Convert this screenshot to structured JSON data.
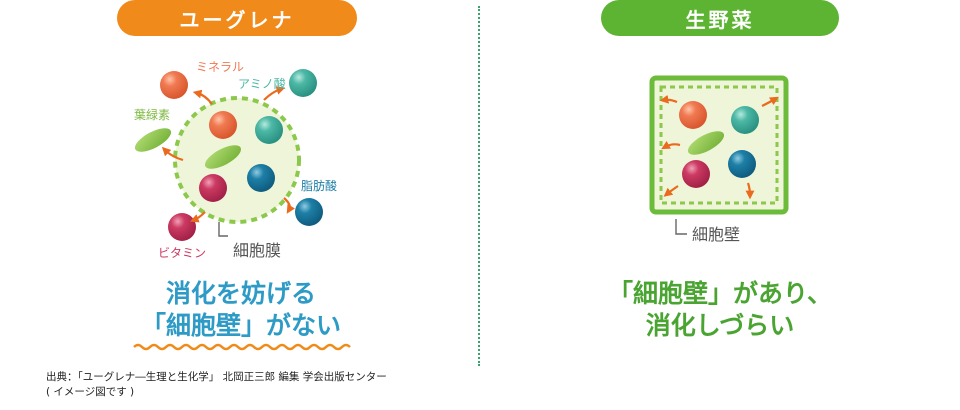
{
  "left": {
    "title": "ユーグレナ",
    "labels": {
      "mineral": "ミネラル",
      "amino_acid": "アミノ酸",
      "chlorophyll": "葉緑素",
      "fatty_acid": "脂肪酸",
      "vitamin": "ビタミン",
      "membrane": "細胞膜"
    },
    "headline_line1": "消化を妨げる",
    "headline_line2": "「細胞壁」がない"
  },
  "right": {
    "title": "生野菜",
    "labels": {
      "cell_wall": "細胞壁"
    },
    "headline_line1": "「細胞壁」があり、",
    "headline_line2": "消化しづらい"
  },
  "source": {
    "line1": "出典：「ユーグレナ―生理と生化学」 北岡正三郎 編集 学会出版センター",
    "line2": "( イメージ図です )"
  },
  "colors": {
    "orange": "#f08a1a",
    "green": "#5cb432",
    "teal_blue": "#2e9bc7",
    "dark_green_text": "#4aa432",
    "mineral": "#f07a52",
    "amino_acid": "#4db8a6",
    "chlorophyll": "#8cc84b",
    "fatty_acid": "#1e7fa6",
    "vitamin": "#cc3a62",
    "membrane": "#8cc84b",
    "arrow": "#ea6a1e"
  }
}
